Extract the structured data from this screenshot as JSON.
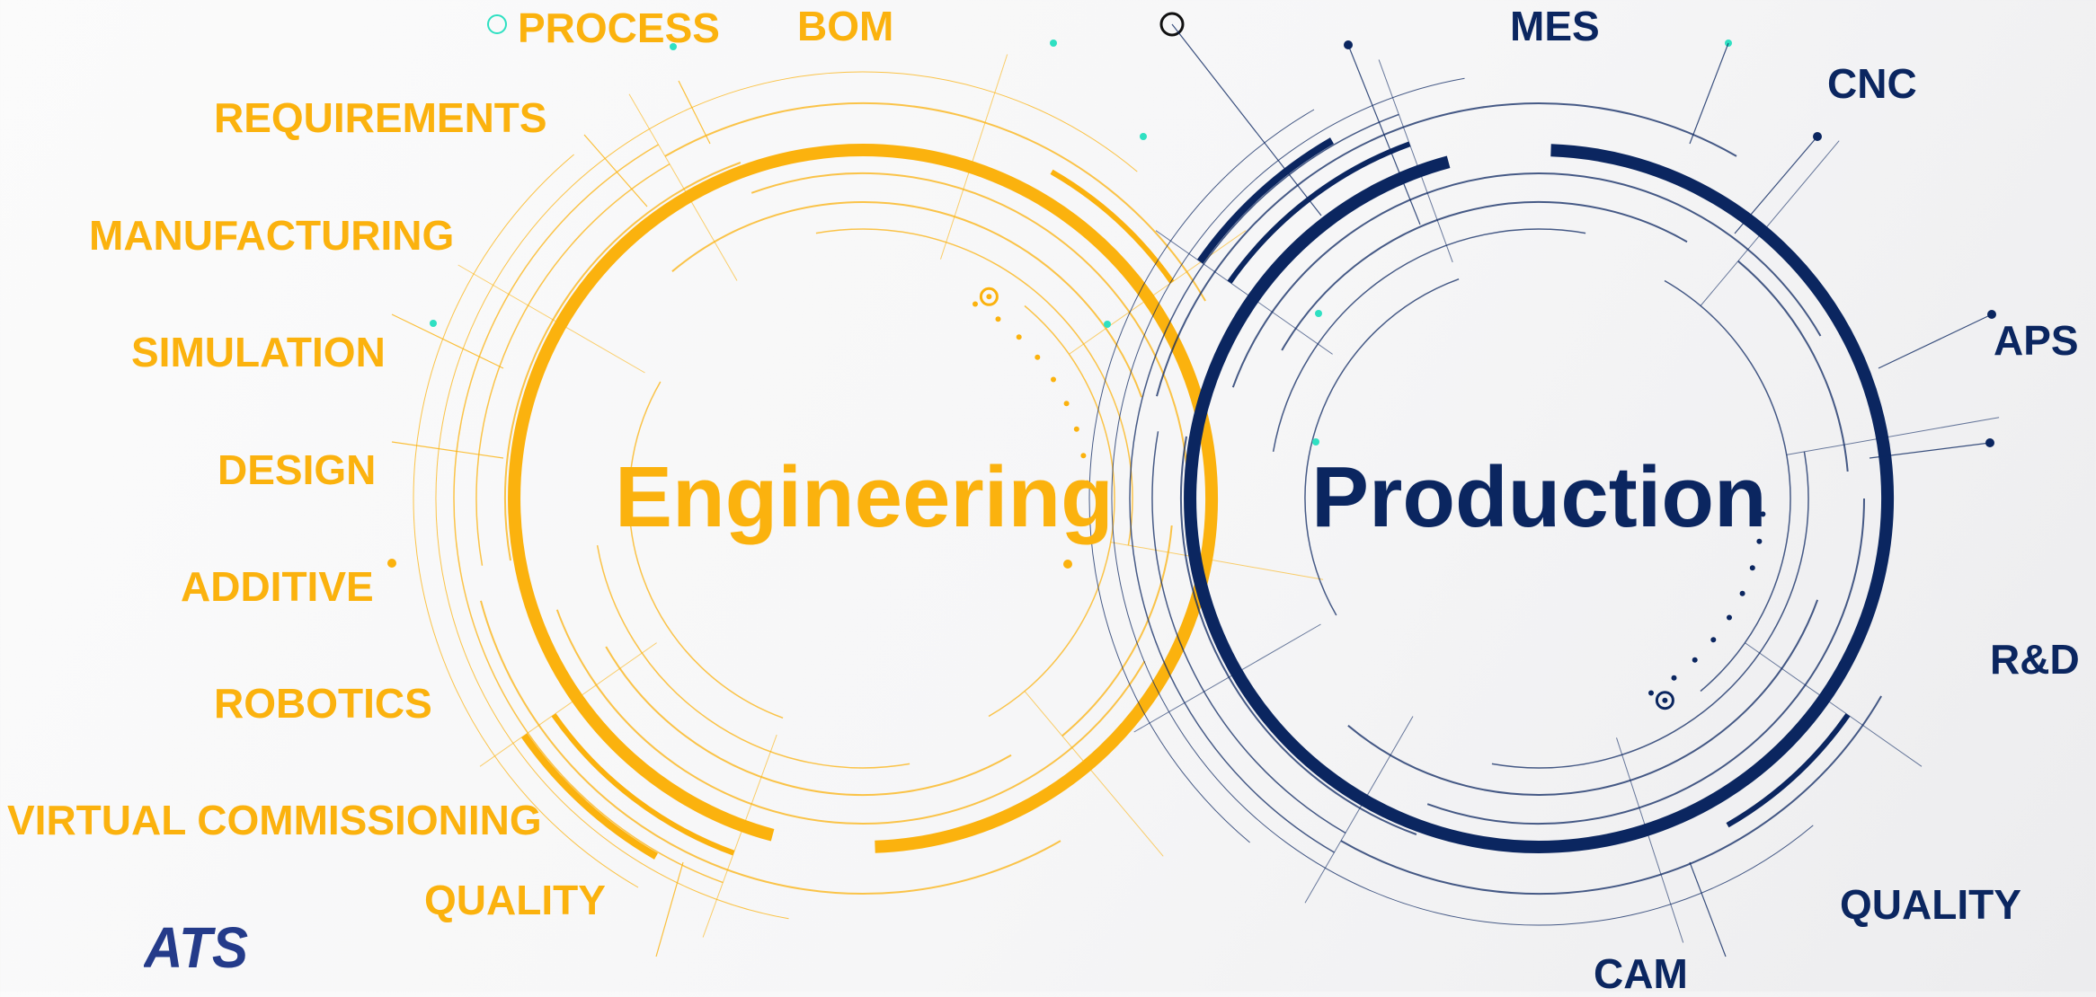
{
  "colors": {
    "engineering": "#fbb20e",
    "production": "#0b2660",
    "accent_teal": "#2fe0c2",
    "logo": "#243b8a",
    "background": "#f6f6f7"
  },
  "centers": {
    "engineering": "Engineering",
    "production": "Production"
  },
  "engineering_labels": [
    "PROCESS",
    "BOM",
    "REQUIREMENTS",
    "MANUFACTURING",
    "SIMULATION",
    "DESIGN",
    "ADDITIVE",
    "ROBOTICS",
    "VIRTUAL COMMISSIONING",
    "QUALITY"
  ],
  "production_labels": [
    "MES",
    "CNC",
    "APS",
    "R&D",
    "QUALITY",
    "CAM"
  ],
  "logo": {
    "text": "ATS"
  }
}
